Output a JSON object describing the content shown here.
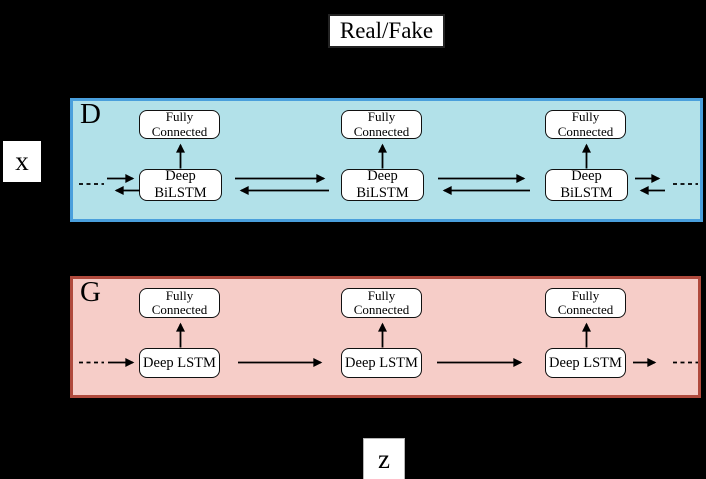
{
  "colors": {
    "background": "#000000",
    "d_fill": "#b2e1e9",
    "d_border": "#4a9fdc",
    "g_fill": "#f6cdc8",
    "g_border": "#b04a3d",
    "arrow": "#000000"
  },
  "output_box": {
    "label": "Real/Fake"
  },
  "input_left_box": {
    "label": "x"
  },
  "input_bottom_box": {
    "label": "z"
  },
  "d_panel": {
    "label": "D",
    "units": [
      {
        "top": "Fully Connected",
        "bottom": "Deep BiLSTM"
      },
      {
        "top": "Fully Connected",
        "bottom": "Deep BiLSTM"
      },
      {
        "top": "Fully Connected",
        "bottom": "Deep BiLSTM"
      }
    ]
  },
  "g_panel": {
    "label": "G",
    "units": [
      {
        "top": "Fully Connected",
        "bottom": "Deep LSTM"
      },
      {
        "top": "Fully Connected",
        "bottom": "Deep LSTM"
      },
      {
        "top": "Fully Connected",
        "bottom": "Deep LSTM"
      }
    ]
  }
}
